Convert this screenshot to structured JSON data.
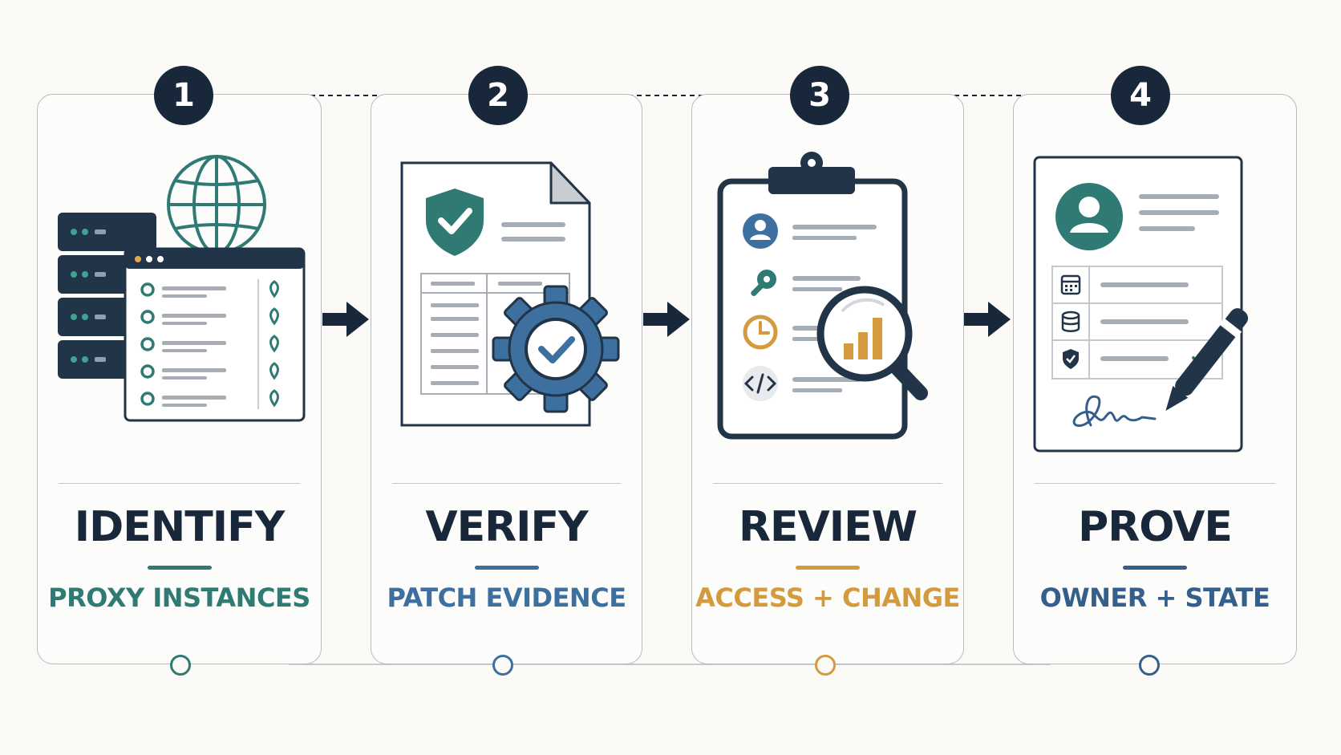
{
  "steps": [
    {
      "number": "1",
      "title": "IDENTIFY",
      "subtitle": "PROXY INSTANCES",
      "accent": "#2f7a73"
    },
    {
      "number": "2",
      "title": "VERIFY",
      "subtitle": "PATCH  EVIDENCE",
      "accent": "#3d6f9f"
    },
    {
      "number": "3",
      "title": "REVIEW",
      "subtitle": "ACCESS + CHANGE",
      "accent": "#d49a3e"
    },
    {
      "number": "4",
      "title": "PROVE",
      "subtitle": "OWNER + STATE",
      "accent": "#345f8c"
    }
  ],
  "colors": {
    "ink": "#18283a",
    "teal": "#2f7a73",
    "blue": "#3d6f9f",
    "gold": "#d49a3e",
    "steel": "#345f8c",
    "line": "#b7bcc3",
    "background": "#fbfaf7"
  },
  "icons": {
    "step1": [
      "server-rack-icon",
      "globe-icon",
      "browser-window-icon",
      "location-pin-icon"
    ],
    "step2": [
      "document-icon",
      "shield-check-icon",
      "gear-check-icon"
    ],
    "step3": [
      "clipboard-icon",
      "user-icon",
      "key-icon",
      "clock-icon",
      "code-icon",
      "magnifier-chart-icon"
    ],
    "step4": [
      "profile-document-icon",
      "avatar-icon",
      "calendar-icon",
      "database-icon",
      "shield-icon",
      "checkmark-icon",
      "signature-icon",
      "pen-icon"
    ]
  }
}
